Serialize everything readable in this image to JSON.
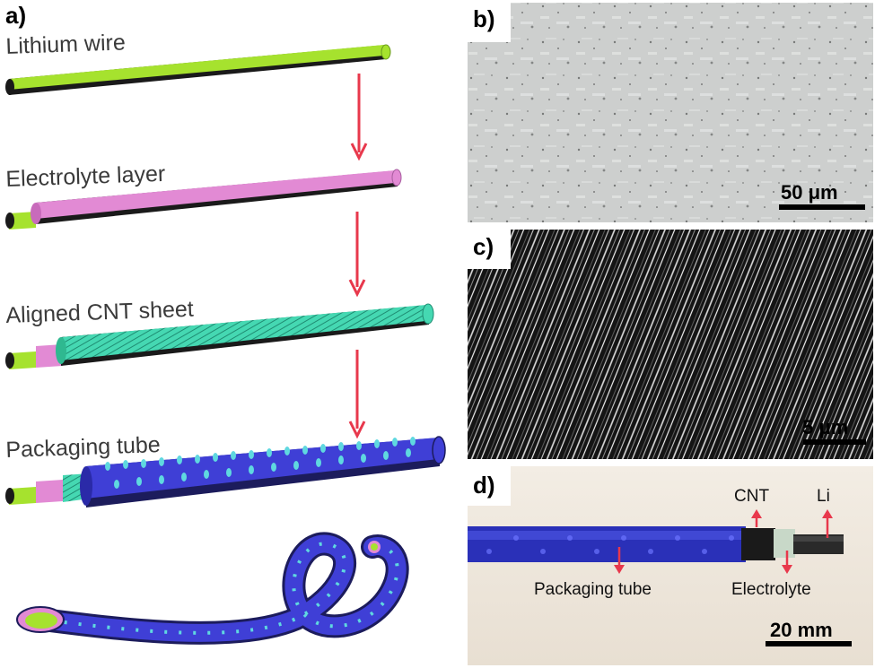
{
  "panel_a": {
    "label": "a)",
    "steps": [
      "Lithium wire",
      "Electrolyte layer",
      "Aligned CNT sheet",
      "Packaging tube"
    ]
  },
  "panel_b": {
    "label": "b)",
    "scale_bar": "50 μm"
  },
  "panel_c": {
    "label": "c)",
    "scale_bar": "5 μm"
  },
  "panel_d": {
    "label": "d)",
    "annotations": {
      "cnt": "CNT",
      "li": "Li",
      "packaging_tube": "Packaging tube",
      "electrolyte": "Electrolyte"
    },
    "scale_bar": "20 mm"
  },
  "colors": {
    "lithium": "#a6e22e",
    "electrolyte": "#e28ad4",
    "cnt": "#3fd6b0",
    "packaging": "#3f3fd6",
    "arrow": "#e8384c"
  }
}
